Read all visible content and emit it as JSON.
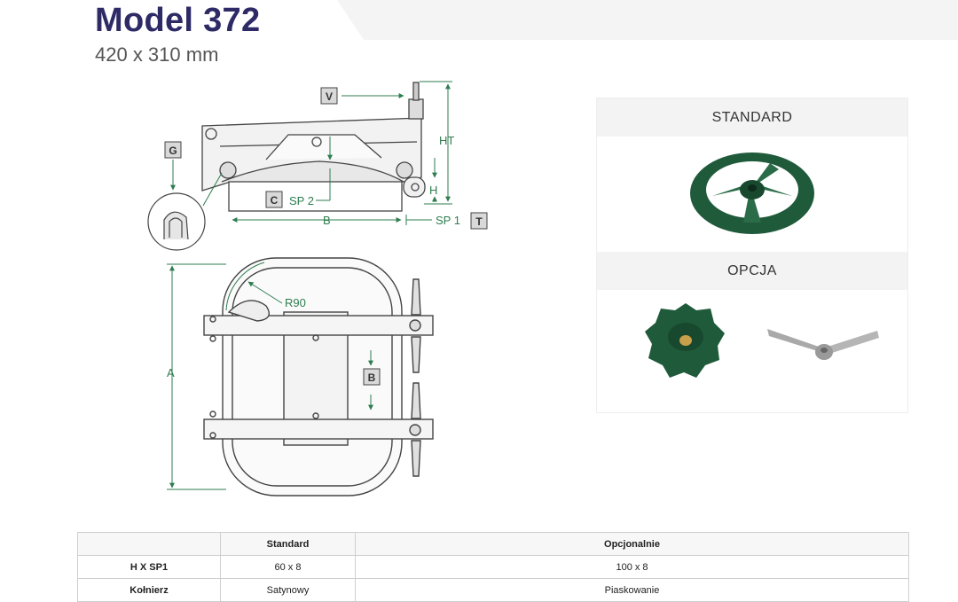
{
  "header": {
    "title": "Model 372",
    "subtitle": "420 x 310 mm"
  },
  "drawing": {
    "labels": {
      "v": "V",
      "g": "G",
      "c": "C",
      "t": "T",
      "b": "B",
      "ht": "HT",
      "h": "H",
      "sp2": "SP 2",
      "sp1": "SP 1",
      "bdim": "B",
      "a": "A",
      "r90": "R90"
    }
  },
  "panel": {
    "standard_title": "STANDARD",
    "option_title": "OPCJA"
  },
  "table": {
    "headers": [
      "",
      "Standard",
      "Opcjonalnie"
    ],
    "rows": [
      {
        "label": "H X SP1",
        "standard": "60 x 8",
        "option": "100 x 8"
      },
      {
        "label": "Kołnierz",
        "standard": "Satynowy",
        "option": "Piaskowanie"
      }
    ]
  },
  "colors": {
    "title": "#2d2a66",
    "dimension_green": "#2e7d4f",
    "handwheel_green": "#1f5a3a"
  }
}
